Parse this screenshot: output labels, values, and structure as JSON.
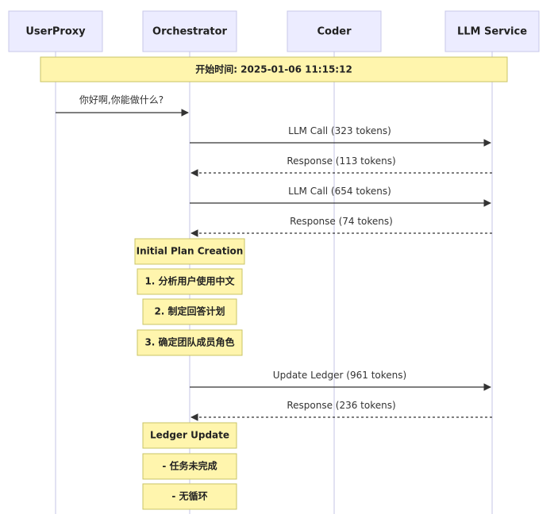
{
  "participants": [
    {
      "id": "userproxy",
      "label": "UserProxy"
    },
    {
      "id": "orchestrator",
      "label": "Orchestrator"
    },
    {
      "id": "coder",
      "label": "Coder"
    },
    {
      "id": "llm",
      "label": "LLM Service"
    }
  ],
  "banner": {
    "text": "开始时间: 2025-01-06 11:15:12"
  },
  "messages": [
    {
      "text": "你好啊,你能做什么?",
      "from": "userproxy",
      "to": "orchestrator",
      "style": "solid"
    },
    {
      "text": "LLM Call (323 tokens)",
      "from": "orchestrator",
      "to": "llm",
      "style": "solid"
    },
    {
      "text": "Response (113 tokens)",
      "from": "llm",
      "to": "orchestrator",
      "style": "dashed"
    },
    {
      "text": "LLM Call (654 tokens)",
      "from": "orchestrator",
      "to": "llm",
      "style": "solid"
    },
    {
      "text": "Response (74 tokens)",
      "from": "llm",
      "to": "orchestrator",
      "style": "dashed"
    },
    {
      "text": "Update Ledger (961 tokens)",
      "from": "orchestrator",
      "to": "llm",
      "style": "solid"
    },
    {
      "text": "Response (236 tokens)",
      "from": "llm",
      "to": "orchestrator",
      "style": "dashed"
    }
  ],
  "notes": [
    {
      "text": "Initial Plan Creation",
      "bold": true
    },
    {
      "text": "1. 分析用户使用中文",
      "bold": false
    },
    {
      "text": "2. 制定回答计划",
      "bold": false
    },
    {
      "text": "3. 确定团队成员角色",
      "bold": false
    },
    {
      "text": "Ledger Update",
      "bold": true
    },
    {
      "text": "- 任务未完成",
      "bold": false
    },
    {
      "text": "- 无循环",
      "bold": false
    }
  ],
  "colors": {
    "actor_fill": "#ececff",
    "note_fill": "#fff5ad",
    "line": "#333333"
  }
}
